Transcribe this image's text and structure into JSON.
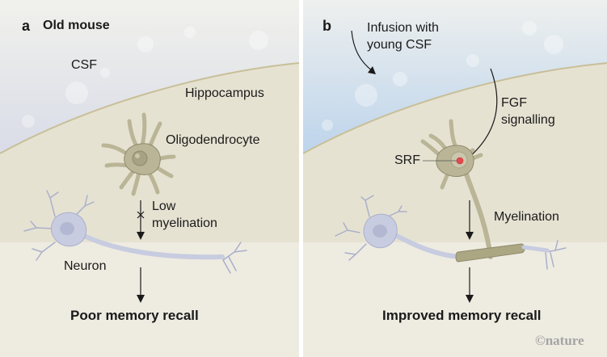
{
  "figure": {
    "panels": [
      {
        "letter": "a",
        "title": "Old mouse",
        "labels": {
          "csf": "CSF",
          "hippocampus": "Hippocampus",
          "oligodendrocyte": "Oligodendrocyte",
          "myelination": [
            "Low",
            "myelination"
          ],
          "neuron": "Neuron"
        },
        "outcome": "Poor memory recall",
        "csf_color": "#dde0ea",
        "tissue_color": "#e6e2d2"
      },
      {
        "letter": "b",
        "labels": {
          "infusion": [
            "Infusion with",
            "young CSF"
          ],
          "fgf": [
            "FGF",
            "signalling"
          ],
          "srf": "SRF",
          "myelination": "Myelination"
        },
        "outcome": "Improved memory recall",
        "csf_color": "#c5daef",
        "tissue_color": "#e6e2d2"
      }
    ],
    "credit": "©nature",
    "colors": {
      "background": "#f4f3ec",
      "glia": "#b9b596",
      "neuron": "#c7cce0",
      "srf_dot": "#e8484c",
      "text": "#1a1a1a"
    }
  }
}
